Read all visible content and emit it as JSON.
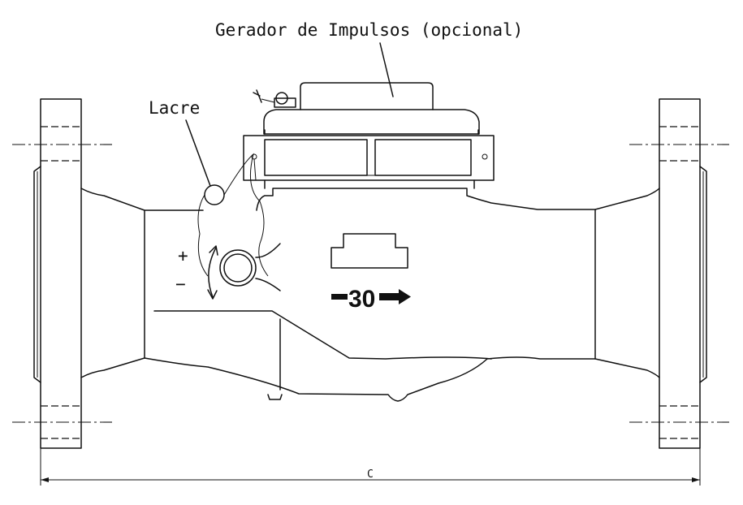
{
  "labels": {
    "pulse_generator": "Gerador de Impulsos (opcional)",
    "seal": "Lacre",
    "flow_size": "30",
    "dimension": "C"
  },
  "symbols": {
    "plus": "+",
    "minus": "−"
  },
  "icons": {
    "flow_arrow": "arrow-right-icon",
    "adjust_arrow": "curved-arrow-icon"
  }
}
